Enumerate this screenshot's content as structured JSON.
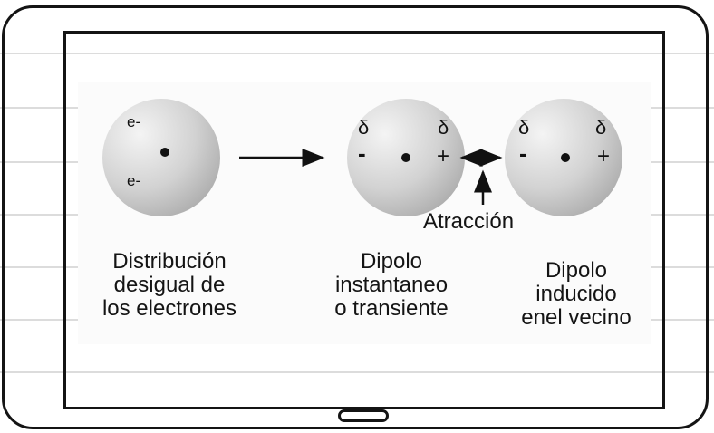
{
  "figure": {
    "neutral_atom": {
      "electron_top": "e-",
      "electron_bottom": "e-",
      "caption_lines": [
        "Distribución",
        "desigual de",
        "los electrones"
      ]
    },
    "instant_dipole": {
      "delta_left": "δ",
      "delta_right": "δ",
      "minus": "-",
      "plus": "+",
      "caption_lines": [
        "Dipolo",
        "instantaneo",
        "o transiente"
      ]
    },
    "induced_dipole": {
      "delta_left": "δ",
      "delta_right": "δ",
      "minus": "-",
      "plus": "+",
      "caption_lines": [
        "Dipolo",
        "inducido",
        "enel vecino"
      ]
    },
    "attraction_label": "Atracción"
  },
  "colors": {
    "frame": "#141414",
    "sphere_light": "#f2f2f2",
    "sphere_dark": "#a8a8a8",
    "rule": "#dcdcdc"
  }
}
